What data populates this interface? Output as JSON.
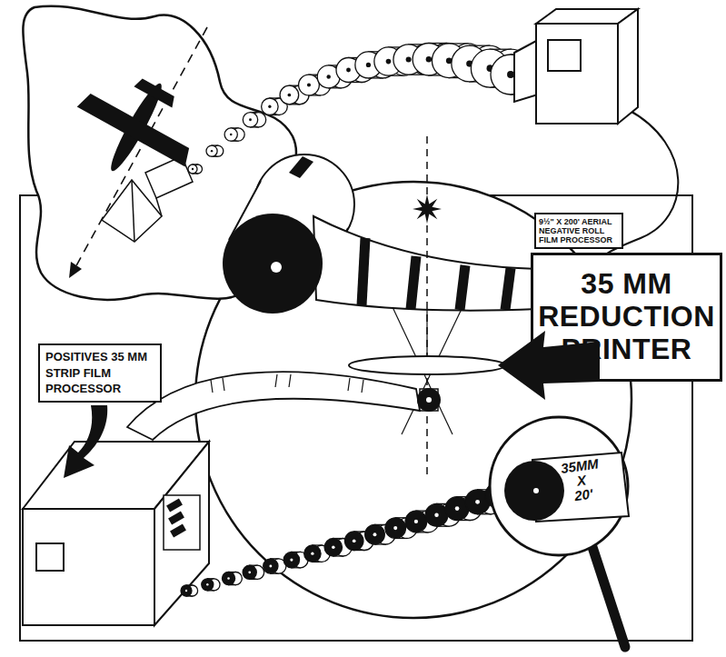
{
  "diagram": {
    "nodes": [
      {
        "text": [
          "9½\" X 200' AERIAL NEGATIVE ROLL FILM PROCESSOR"
        ]
      },
      {
        "text": [
          "35 MM REDUCTION PRINTER"
        ]
      },
      {
        "text": [
          "POSITIVES 35 MM STRIP FILM PROCESSOR"
        ]
      }
    ],
    "labels": [
      "35MM X 20'"
    ]
  }
}
